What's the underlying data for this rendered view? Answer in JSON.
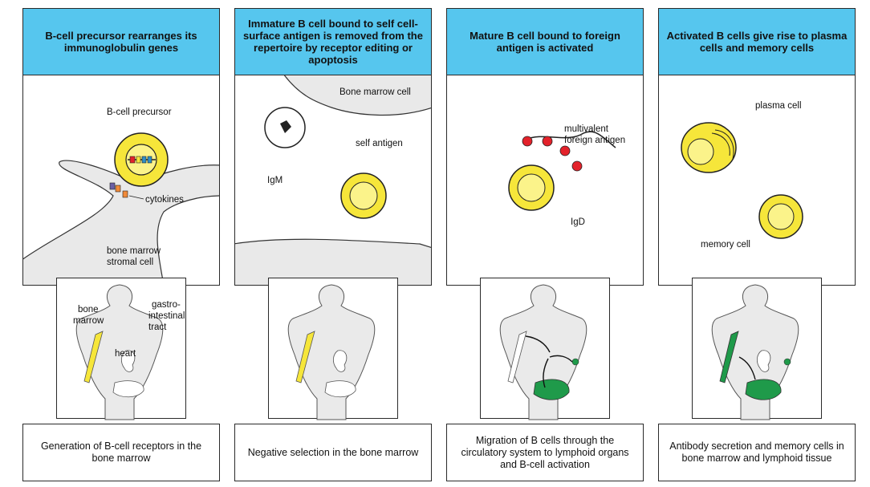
{
  "panels": [
    {
      "header": "B-cell precursor rearranges its immunoglobulin genes",
      "caption": "Generation of B-cell receptors in the bone marrow",
      "labels": {
        "cell": "B-cell precursor",
        "cytokines": "cytokines",
        "stromal1": "bone marrow",
        "stromal2": "stromal cell"
      },
      "body_labels": {
        "bm1": "bone",
        "bm2": "marrow",
        "gi1": "gastro-",
        "gi2": "intestinal",
        "gi3": "tract",
        "heart": "heart"
      }
    },
    {
      "header": "Immature B cell bound to self cell-surface antigen is removed from the repertoire by receptor editing or apoptosis",
      "caption": "Negative selection in the bone marrow",
      "labels": {
        "marrowcell": "Bone marrow cell",
        "selfantigen": "self antigen",
        "igm": "IgM"
      }
    },
    {
      "header": "Mature B cell bound to foreign antigen is activated",
      "caption": "Migration of B cells through the circulatory system to lymphoid organs and B-cell activation",
      "labels": {
        "mv1": "multivalent",
        "mv2": "foreign antigen",
        "igd": "IgD"
      }
    },
    {
      "header": "Activated B cells give rise to plasma cells and memory cells",
      "caption": "Antibody secretion and memory cells in bone marrow and lymphoid tissue",
      "labels": {
        "plasma": "plasma cell",
        "memory": "memory cell"
      }
    }
  ],
  "colors": {
    "header_bg": "#56c6ee",
    "cell_yellow": "#f6e63a",
    "antibody_blue": "#2e8fc7",
    "igd_purple": "#6a5fa6",
    "antigen_red": "#e3222b",
    "self_antigen_pink": "#e25b86",
    "gut_green": "#1f9a4a",
    "stroma_gray": "#e9e9e9"
  }
}
